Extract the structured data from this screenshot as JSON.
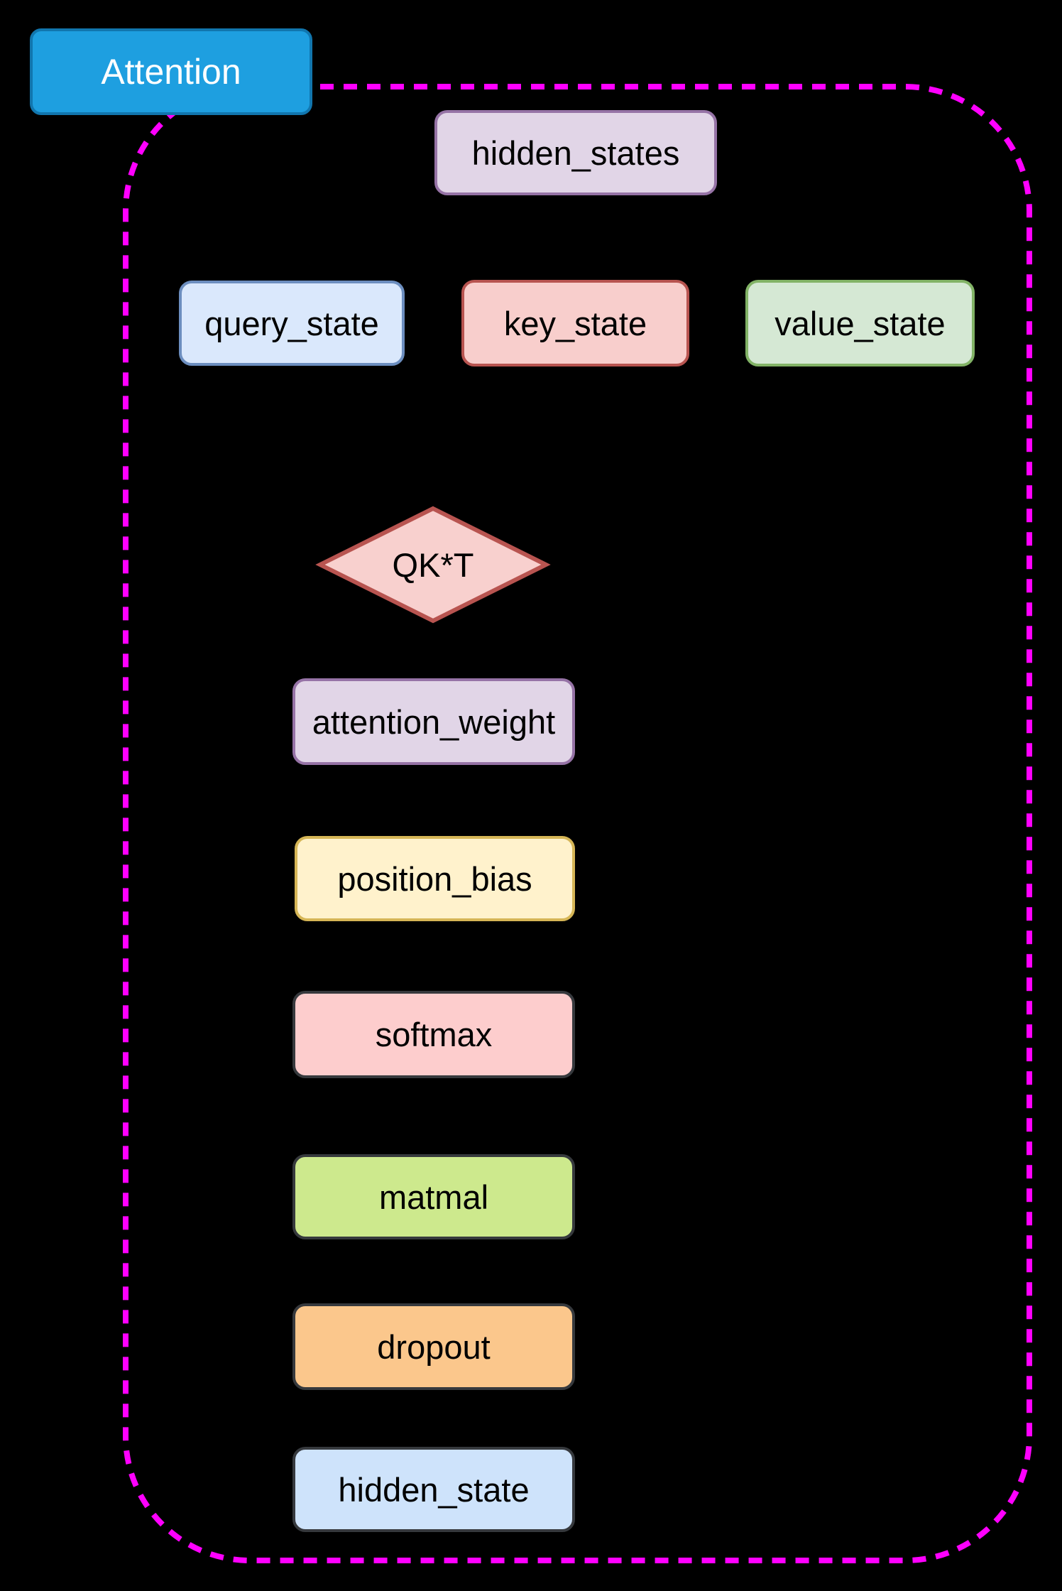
{
  "diagram": {
    "background": "#000000",
    "title": "Attention",
    "title_style": {
      "fill": "#1e9fe0",
      "stroke": "#1176ae",
      "text_color": "#ffffff"
    },
    "container": {
      "stroke": "#ff00ff",
      "border_style": "dashed"
    },
    "nodes": [
      {
        "id": "hidden_states",
        "label": "hidden_states",
        "shape": "rounded-rect",
        "fill": "#e1d5e7",
        "stroke": "#9673a6"
      },
      {
        "id": "query_state",
        "label": "query_state",
        "shape": "rounded-rect",
        "fill": "#dae8fc",
        "stroke": "#6c8ebf"
      },
      {
        "id": "key_state",
        "label": "key_state",
        "shape": "rounded-rect",
        "fill": "#f8cecc",
        "stroke": "#b85450"
      },
      {
        "id": "value_state",
        "label": "value_state",
        "shape": "rounded-rect",
        "fill": "#d5e8d4",
        "stroke": "#82b366"
      },
      {
        "id": "qkt",
        "label": "QK*T",
        "shape": "diamond",
        "fill": "#f8d0ce",
        "stroke": "#b85450"
      },
      {
        "id": "attention_weight",
        "label": "attention_weight",
        "shape": "rounded-rect",
        "fill": "#e1d5e7",
        "stroke": "#9673a6"
      },
      {
        "id": "position_bias",
        "label": "position_bias",
        "shape": "rounded-rect",
        "fill": "#fff2cc",
        "stroke": "#d6b656"
      },
      {
        "id": "softmax",
        "label": "softmax",
        "shape": "rounded-rect",
        "fill": "#fdcdcd",
        "stroke": "#36393d"
      },
      {
        "id": "matmal",
        "label": "matmal",
        "shape": "rounded-rect",
        "fill": "#cde98d",
        "stroke": "#36393d"
      },
      {
        "id": "dropout",
        "label": "dropout",
        "shape": "rounded-rect",
        "fill": "#fbc78c",
        "stroke": "#36393d"
      },
      {
        "id": "hidden_state",
        "label": "hidden_state",
        "shape": "rounded-rect",
        "fill": "#cee3fb",
        "stroke": "#36393d"
      }
    ]
  }
}
